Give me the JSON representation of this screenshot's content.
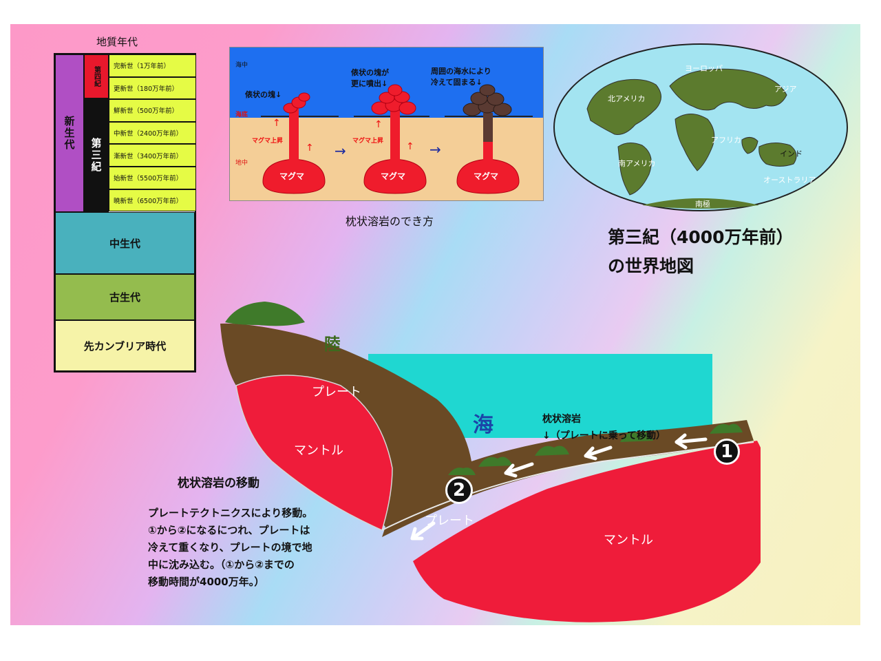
{
  "geologic_table": {
    "title": "地質年代",
    "eras": [
      {
        "label": "新生代",
        "color": "#b04fc4"
      },
      {
        "label": "中生代",
        "color": "#49b1bd"
      },
      {
        "label": "古生代",
        "color": "#94bc4e"
      },
      {
        "label": "先カンブリア時代",
        "color": "#f6f3a8"
      }
    ],
    "periods": [
      {
        "label": "第四紀",
        "color": "#e8182c"
      },
      {
        "label": "第三紀",
        "color": "#111111"
      }
    ],
    "epochs": [
      "完新世（1万年前）",
      "更新世（180万年前）",
      "鮮新世（500万年前）",
      "中新世（2400万年前）",
      "漸新世（3400万年前）",
      "始新世（5500万年前）",
      "暁新世（6500万年前）"
    ]
  },
  "pillow_lava": {
    "caption": "枕状溶岩のでき方",
    "labels": {
      "sea": "海中",
      "seafloor": "海底",
      "underground": "地中",
      "magma": "マグマ",
      "magma_rise": "マグマ上昇",
      "note1": "俵状の塊↓",
      "note2_line1": "俵状の塊が",
      "note2_line2": "更に噴出↓",
      "note3_line1": "周囲の海水により",
      "note3_line2": "冷えて固まる↓",
      "up_arrow": "↑",
      "step_arrow": "→"
    }
  },
  "world_map": {
    "title_line1": "第三紀（4000万年前）",
    "title_line2": "の世界地図",
    "labels": {
      "europe": "ヨーロッパ",
      "asia": "アジア",
      "north_america": "北アメリカ",
      "africa": "アフリカ",
      "india": "インド",
      "south_america": "南アメリカ",
      "australia": "オーストラリア",
      "antarctica": "南極"
    },
    "colors": {
      "ocean": "#a3e4f1",
      "land": "#5c7b2e"
    }
  },
  "trench": {
    "land": "陸",
    "sea": "海",
    "plate": "プレート",
    "mantle": "マントル",
    "pillow_label": "枕状溶岩",
    "pillow_note": "↓（プレートに乗って移動）",
    "marker1": "1",
    "marker2": "2",
    "colors": {
      "sea": "#1fd7d1",
      "plate": "#6a4a25",
      "mantle": "#ef1c3a",
      "green": "#3f7a2a"
    }
  },
  "movement": {
    "heading": "枕状溶岩の移動",
    "lines": [
      "プレートテクトニクスにより移動。",
      "①から②になるにつれ、プレートは",
      "冷えて重くなり、プレートの境で地",
      "中に沈み込む。（①から②までの",
      "移動時間が4000万年。）"
    ]
  }
}
